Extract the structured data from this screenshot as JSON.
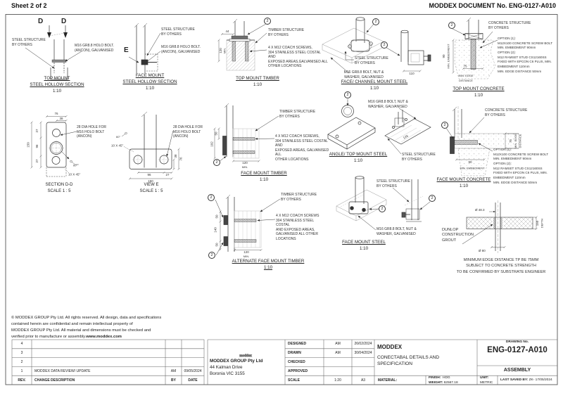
{
  "header": {
    "sheet": "Sheet 2 of 2",
    "doc_no": "MODDEX DOCUMENT No. ENG-0127-A010"
  },
  "d1": {
    "sec_left": "D",
    "sec_right": "D",
    "steel_structure": "STEEL STRUCTURE\nBY OTHERS",
    "bolt": "M16 GR8.8 HOLO BOLT.\n(ANCON), GALVANISED",
    "title1": "TOP MOUNT",
    "title2": "STEEL HOLLOW SECTION",
    "scale": "1:10"
  },
  "d2": {
    "view_letter": "E",
    "steel_structure": "STEEL STRUCTURE\nBY OTHERS",
    "bolt": "M16 GR8.8 HOLO BOLT.\n(ANCON), GALVANISED",
    "title1": "FACE MOUNT",
    "title2": "STEEL HOLLOW SECTION",
    "scale": "1:10"
  },
  "d3": {
    "callout": "2",
    "timber_structure": "TIMBER STRUCTURE\nBY OTHERS",
    "screws": "4 X M12 COACH SCREWS,\n304 STAINLESS STEEL COSTAL AND\nEXPOSED AREAS,GALVANISED ALL\nOTHER LOCATIONS",
    "dim_44": "44",
    "dim_120": "120",
    "dim_min": "MIN.",
    "title1": "TOP MOUNT TIMBER",
    "scale": "1:10"
  },
  "d4": {
    "callout": "2",
    "steel_structure": "STEEL STRUCTURE\nBY OTHERS",
    "bolt": "M16 GR8.8 BOLT, NUT &\nWASHER, GALVANISED",
    "dim_110": "110",
    "title1": "FACE/ CHANNEL MOUNT STEEL",
    "scale": "1:10"
  },
  "d5": {
    "callout": "2",
    "concrete_structure": "CONCRETE STRUCTURE\nBY OTHERS",
    "options": "OPTION (1):\nM12X100 CONCRETE SCREW BOLT\nMIN. EMBEDMENT 90mm\nOPTION (2):\nM12 RAMSET STUD CS12160SS\nFIXED WITH EPCON C6 PLUS, MIN.\nEMBEDMENT 110mm\nMIN. EDGE DISTANCE 50mm",
    "dim_90": "90",
    "dim_emb": "MIN. EMBEDMENT",
    "dim_75": "75",
    "dim_edge1": "MIN. EDGE",
    "dim_edge2": "DISTANCE",
    "title1": "TOP MOUNT CONCRETE",
    "scale": "1:10"
  },
  "d6": {
    "hole_label": "28 DIA HOLE FOR\nM16 HOLO BOLT\n(ANCON)",
    "dim_76": "76",
    "dim_38": "38",
    "dim_27a": "27",
    "dim_96": "96",
    "dim_27b": "27",
    "dim_150": "150",
    "angle": "60°",
    "chamfer": "10 X 45°",
    "title1": "SECTION D-D",
    "scale": "SCALE 1 : 5"
  },
  "d7": {
    "hole_label": "28 DIA HOLE FOR\nM16 HOLO BOLT\n(ANCON)",
    "dim_96": "96",
    "dim_27": "27",
    "dim_150": "150",
    "dim_38": "38",
    "dim_76": "76",
    "angle": "60°",
    "chamfer": "10 X 45°",
    "title1": "VIEW E",
    "scale": "SCALE 1 : 5"
  },
  "d8": {
    "callout": "2",
    "timber_structure": "TIMBER STRUCTURE\nBY OTHERS",
    "screws": "4 X M12 COACH SCREWS,\n304 STAINLESS STEEL COSTAL AND\nEXPOSED AREAS, GALVANISED ALL\nOTHER LOCATIONS",
    "dim_50": "50",
    "dim_102": "102",
    "dim_120": "120",
    "dim_min": "MIN.",
    "title1": "FACE MOUNT TIMBER",
    "scale": "1:10"
  },
  "d9": {
    "callout": "2",
    "bolt": "M16 GR8.8 BOLT, NUT &\nWASHER, GALVANISED",
    "steel_structure": "STEEL STRUCTURE\nBY OTHERS",
    "dim_126": "126",
    "title1": "ANGLE/ TOP MOUNT STEEL",
    "scale": "1:10"
  },
  "d10": {
    "callout": "2",
    "concrete_structure": "CONCRETE STRUCTURE\nBY OTHERS",
    "options": "OPTION (1):\nM12X100 CONCRETE SCREW BOLT\nMIN. EMBEDMENT 90mm\nOPTION (2):\nM12 RAMSET STUD CS12160SS\nFIXED WITH EPCON C6 PLUS, MIN.\nEMBEDMENT 110mm\nMIN. EDGE DISTANCE 50mm",
    "dim_75": "75",
    "dim_edge1": "MIN. EDGE",
    "dim_edge2": "DISTANCE",
    "dim_90": "90",
    "dim_emb": "MIN. EMBEDMENT",
    "title1": "FACE MOUNT CONCRETE",
    "scale": "1:10"
  },
  "d11": {
    "callout": "2",
    "timber_structure": "TIMBER STRUCTURE\nBY OTHERS",
    "screws": "4 X M12 COACH SCREWS\n304 STAINLESS STEEL COSTAL\nAND EXPOSED AREAS,\nGALVANISED ALL OTHER\nLOCATIONS",
    "dim_50a": "50",
    "dim_140": "140",
    "dim_50b": "50",
    "dim_120": "120",
    "dim_min": "MIN.",
    "title1": "ALTERNATE FACE MOUNT TIMBER",
    "scale": "1:10"
  },
  "d12": {
    "callout": "2",
    "steel_structure": "STEEL STRUCTURE\nBY OTHERS",
    "bolt": "M16 GR8.8 BOLT, NUT &\nWASHER, GALVANISED",
    "title1": "FACE MOUNT STEEL",
    "scale": "1:10"
  },
  "d13": {
    "dia_483": "Ø 48.3",
    "dia_80": "Ø 80",
    "dim_150": "150",
    "dim_depth": "DEPTH",
    "grout_label": "DUNLOP\nCONSTRUCTION\nGROUT",
    "notes": "MINIMUM EDGE DISTANCE TP BE 75MM\nSUBJECT TO CONCRETE STRENGTH\nTO BE CONFIRMED BY SUBSTRATE ENGINEER"
  },
  "copyright": {
    "l1": "© MODDEX GROUP Pty Ltd. All rights reserved. All design, data and specifications",
    "l2": "contained herein are confidential and remain intellectual property of",
    "l3": "MODDEX GROUP Pty Ltd. All material and dimensions must be checked and",
    "l4": "verified prior to manufacture or assembly.",
    "link": "www.moddex.com"
  },
  "rev": {
    "r4": "4",
    "r3": "3",
    "r2": "2",
    "r1": "1",
    "r1_desc": "MODDEX DATA REVIEW/ UPDATE",
    "r1_by": "AM",
    "r1_date": "09/05/2024",
    "h_rev": "REV.",
    "h_desc": "CHANGE DESCRIPTION",
    "h_by": "BY",
    "h_date": "DATE"
  },
  "tb": {
    "logo": "moddex",
    "company": "MODDEX GROUP Pty Ltd",
    "addr1": "44 Kalman Drive",
    "addr2": "Boronia VIC 3155",
    "designed_label": "DESIGNED",
    "designed_by": "AM",
    "designed_date": "26/02/2024",
    "drawn_label": "DRAWN",
    "drawn_by": "AM",
    "drawn_date": "30/04/2024",
    "checked_label": "CHECKED",
    "approved_label": "APPROVED",
    "scale_label": "SCALE",
    "scale_value": "1:20",
    "paper": "A3",
    "project": "MODDEX",
    "desc1": "CONECTABAL DETAILS AND",
    "desc2": "SPECIFICATION",
    "drawing_no_label": "DRAWING No.",
    "drawing_no": "ENG-0127-A010",
    "assembly": "ASSEMBLY",
    "material_label": "MATERIAL:",
    "finish_label": "FINISH:",
    "finish": "HDG",
    "weight_label": "WEIGHT:",
    "weight": "62567.18",
    "unit_label": "UNIT:",
    "unit": "METRIC",
    "last_saved_label": "LAST SAVED BY:",
    "last_saved": "ZK- 17/05/2024"
  }
}
